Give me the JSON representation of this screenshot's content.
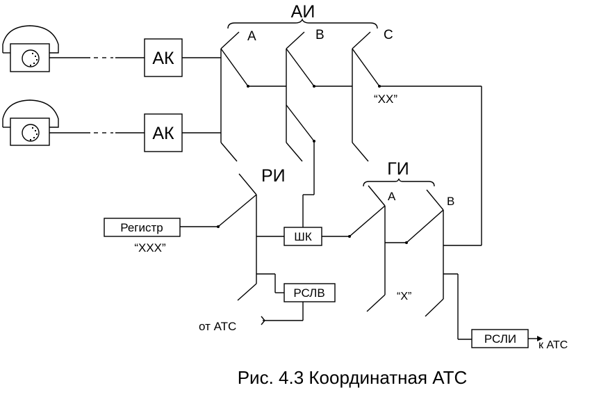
{
  "diagram": {
    "caption": "Рис. 4.3 Координатная АТС",
    "subscribers": [
      {
        "id": "subscriber-1",
        "icon": "rotary-telephone-icon"
      },
      {
        "id": "subscriber-2",
        "icon": "rotary-telephone-icon"
      }
    ],
    "blocks": {
      "ak1": "АК",
      "ak2": "АК",
      "register": "Регистр",
      "shk": "ШК",
      "rslv": "РСЛВ",
      "rsli": "РСЛИ"
    },
    "stage_labels": {
      "ai": "АИ",
      "ri": "РИ",
      "gi": "ГИ"
    },
    "switch_labels": {
      "ai_a": "A",
      "ai_b": "B",
      "ai_c": "C",
      "gi_a": "A",
      "gi_b": "B"
    },
    "annotations": {
      "xx": "“XX”",
      "xxx": "“XXX”",
      "x": "“X”",
      "from_ats": "от АТС",
      "to_ats": "к АТС"
    }
  }
}
